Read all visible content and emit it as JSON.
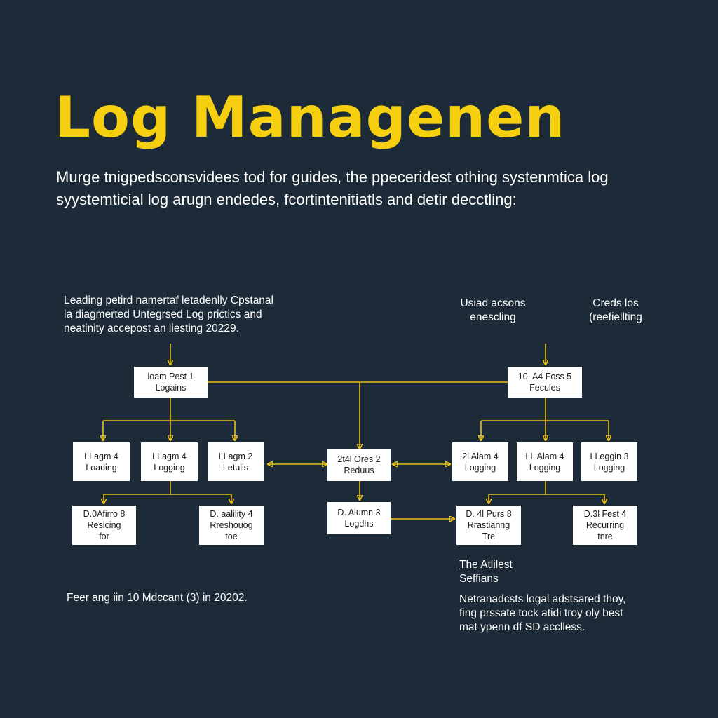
{
  "title": "Log Managenen",
  "subtitle": "Murge tnigpedsconsvidees tod for guides, the ppeceridest othing systenmtica log syystemticial log arugn endedes, fcortintenitiatls and detir decctling:",
  "notes": {
    "top_left": [
      "Leading petird namertaf letadenlly Cpstanal",
      "la diagmerted Untegrsed Log prictics and",
      "neatinity accepost an liesting 20229."
    ],
    "top_mid_right": [
      "Usiad acsons",
      "enescling"
    ],
    "top_right": [
      "Creds los",
      "(reefiellting"
    ],
    "bottom_left": [
      "Feer ang iin 10 Mdccant (3) in 20202."
    ],
    "bottom_right_heading": [
      "The Atlilest",
      "Seffians"
    ],
    "bottom_right_body": [
      "Netranadcsts logal adstsared thoy,",
      "fing prssate tock atidi troy oly best",
      "mat ypenn df SD acclless."
    ]
  },
  "boxes": {
    "root_left": [
      "loam Pest 1",
      "Logains"
    ],
    "root_right": [
      "10. A4 Foss 5",
      "Fecules"
    ],
    "l1": [
      "LLagm 4",
      "Loading"
    ],
    "l2": [
      "LLagm 4",
      "Logging"
    ],
    "l3": [
      "LLagm 2",
      "Letulis"
    ],
    "center_top": [
      "2t4l Ores 2",
      "Reduus"
    ],
    "center_bottom": [
      "D. Alumn 3",
      "Logdhs"
    ],
    "r1": [
      "2l Alam 4",
      "Logging"
    ],
    "r2": [
      "LL Alam 4",
      "Logging"
    ],
    "r3": [
      "LLeggin 3",
      "Logging"
    ],
    "ll1": [
      "D.0Afirro 8",
      "Resicing",
      "for"
    ],
    "ll2": [
      "D. aalility 4",
      "Rreshouog",
      "toe"
    ],
    "rl1": [
      "D. 4l Purs 8",
      "Rrastianng",
      "Tre"
    ],
    "rl2": [
      "D.3l Fest 4",
      "Recurring",
      "tnre"
    ]
  },
  "colors": {
    "background": "#1c2b37",
    "accent": "#f5cf10",
    "connector": "#e8c21a",
    "box": "#ffffff"
  }
}
